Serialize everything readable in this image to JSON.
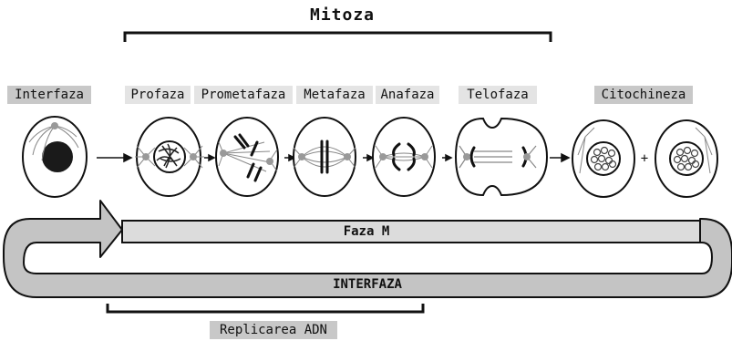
{
  "mitosis_title": "Mitoza",
  "phases": {
    "interphase": "Interfaza",
    "prophase": "Profaza",
    "prometaphase": "Prometafaza",
    "metaphase": "Metafaza",
    "anaphase": "Anafaza",
    "telophase": "Telofaza",
    "cytokinesis": "Citochineza"
  },
  "plus_sign": "+",
  "cycle": {
    "m_phase": "Faza M",
    "interphase": "INTERFAZA",
    "dna_replication": "Replicarea ADN"
  },
  "colors": {
    "label_box": "#c8c8c8",
    "label_box_light": "#e4e4e4",
    "cycle_band": "#c4c4c4",
    "m_phase_bar": "#dcdcdc",
    "nucleus": "#1a1a1a"
  }
}
